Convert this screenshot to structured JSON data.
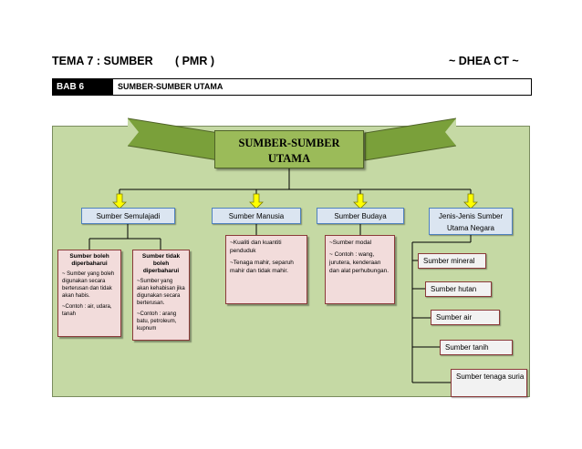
{
  "header": {
    "left": "TEMA 7 : SUMBER       ( PMR )",
    "right": "~ DHEA CT ~"
  },
  "chapter": {
    "number": "BAB 6",
    "title": "SUMBER-SUMBER UTAMA"
  },
  "diagram": {
    "main_line1": "SUMBER-SUMBER",
    "main_line2": "UTAMA",
    "categories": [
      "Sumber Semulajadi",
      "Sumber Manusia",
      "Sumber Budaya",
      "Jenis-Jenis Sumber Utama Negara"
    ],
    "renewable": {
      "title": "Sumber boleh diperbaharui",
      "desc": "~ Sumber yang boleh digunakan secara berterusan dan tidak akan habis.",
      "example": "~Contoh : air, udara, tanah"
    },
    "nonrenewable": {
      "title": "Sumber tidak boleh diperbaharui",
      "desc": "~Sumber yang akan kehabisan jika digunakan secara berterusan.",
      "example": "~Contoh : arang batu, petroleum, kupnum"
    },
    "human": {
      "line1": "~Kualiti dan kuantiti penduduk",
      "line2": "~Tenaga mahir, separuh mahir dan tidak mahir."
    },
    "culture": {
      "line1": "~Sumber modal",
      "line2": "~ Contoh : wang, jurutera, kenderaan dan alat perhubungan."
    },
    "resources": [
      "Sumber mineral",
      "Sumber hutan",
      "Sumber air",
      "Sumber tanih",
      "Sumber tenaga suria"
    ]
  },
  "colors": {
    "panel": "#c5d9a4",
    "banner": "#9bbb59",
    "category_fill": "#dbe5f1",
    "detail_fill": "#f2dcdb",
    "arrow": "#ffff00"
  }
}
